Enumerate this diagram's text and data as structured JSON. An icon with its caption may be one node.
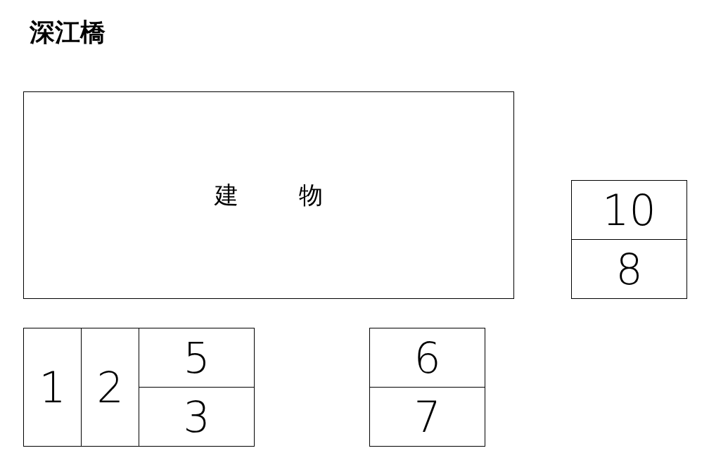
{
  "diagram": {
    "title": "深江橋",
    "nodes": [
      {
        "text": [
          "建物"
        ]
      },
      {
        "text": [
          "10"
        ]
      },
      {
        "text": [
          "8"
        ]
      },
      {
        "text": [
          "1"
        ]
      },
      {
        "text": [
          "2"
        ]
      },
      {
        "text": [
          "5"
        ]
      },
      {
        "text": [
          "3"
        ]
      },
      {
        "text": [
          "6"
        ]
      },
      {
        "text": [
          "7"
        ]
      }
    ]
  }
}
